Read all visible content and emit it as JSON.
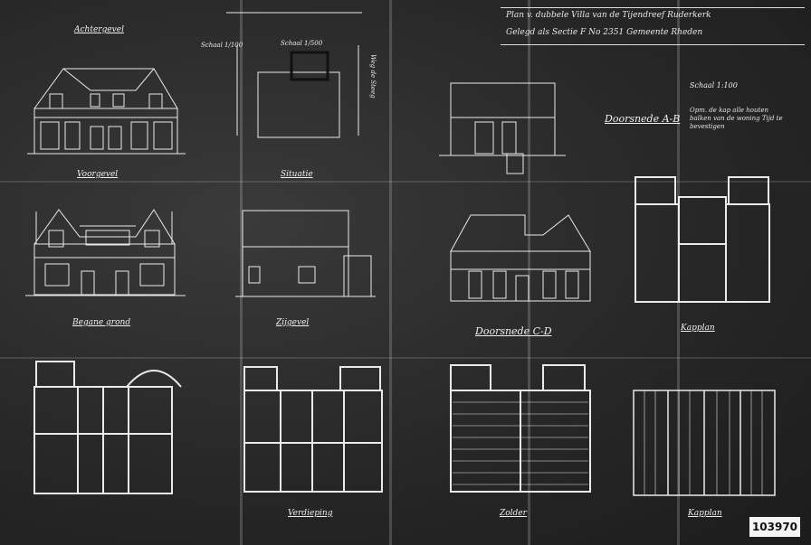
{
  "title": {
    "line1": "Plan v. dubbele Villa van de Tijendreef Ruderkerk",
    "line2": "Gelegd als Sectie F No 2351 Gemeente Rheden"
  },
  "labels": {
    "achtergevel": "Achtergevel",
    "voorgevel": "Voorgevel",
    "situatie": "Situatie",
    "zijgevel": "Zijgevel",
    "doorsnede_ab": "Doorsnede A-B",
    "doorsnede_cd": "Doorsnede C-D",
    "beganegrond": "Begane grond",
    "verdieping": "Verdieping",
    "zolder": "Zolder",
    "kap": "Kapplan",
    "kapplan_top": "Kapplan",
    "schaal_left": "Schaal 1/100",
    "schaal_mid": "Schaal 1/500",
    "schaal_right": "Schaal 1:100"
  },
  "notes": {
    "right_annotation": "Opm. de kap alle houten balken van de woning Tijd te bevestigen",
    "sit_side": "Weg de Steeg"
  },
  "stamp": "103970"
}
